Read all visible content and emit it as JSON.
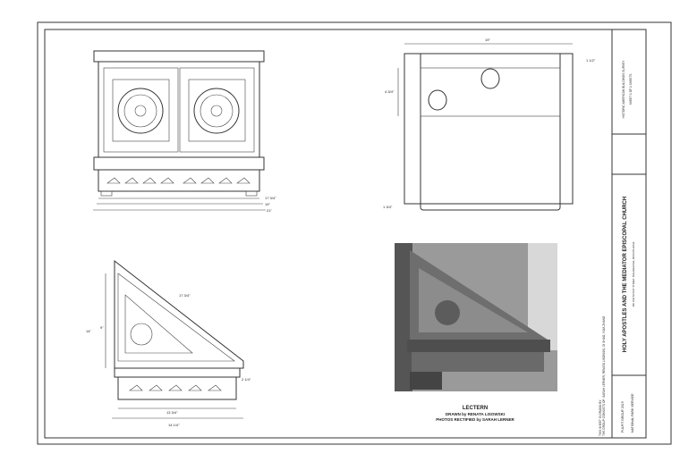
{
  "front_elevation": {
    "dims": [
      "17 3/4\"",
      "19\"",
      "21\""
    ]
  },
  "plan": {
    "dims": [
      "19\"",
      "1 1/2\"",
      "4 3/4\"",
      "1 3/4\""
    ]
  },
  "side_elevation": {
    "dims": [
      "17 3/4\"",
      "14\"",
      "9\"",
      "2 1/4\"",
      "13 3/4\"",
      "14 1/4\""
    ]
  },
  "caption": {
    "title": "LECTERN",
    "drawn": "DRAWN by RENATA LISOWSKI",
    "photos": "PHOTOS RECTIFIED by SARAH LERNER"
  },
  "title_block": {
    "drawn_by": "THIS SHEET IS DRAWN BY",
    "group": "THE GROUP CONSISTS OF: SARAH LERNER, RENATA LISOWSKI, DI SHAO, YIJIA ZHANG",
    "project": "PULPIT GROUP 2019",
    "agency": "NATIONAL PARK SERVICE",
    "building": "HOLY APOSTLES AND THE MEDIATOR EPISCOPAL CHURCH",
    "address": "260 SOUTH 51ST STREET, PHILADELPHIA, PENNSYLVANIA",
    "survey": "HISTORIC AMERICAN BUILDINGS SURVEY",
    "sheet": "SHEET 1 OF 1 SHEETS"
  }
}
